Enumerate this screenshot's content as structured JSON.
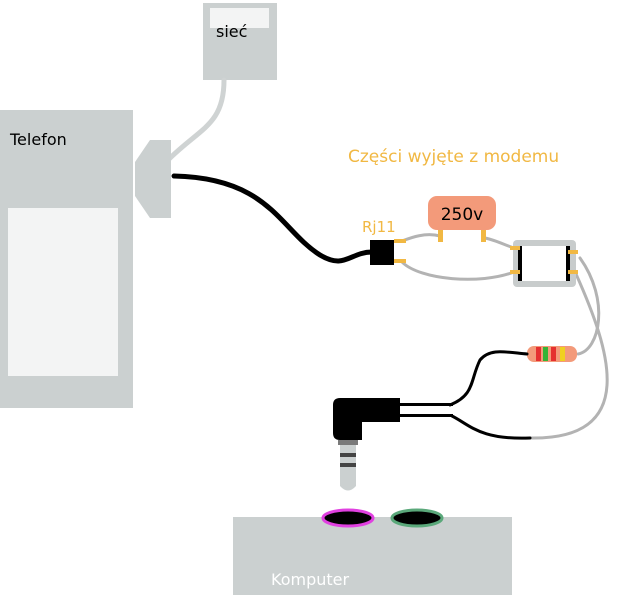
{
  "labels": {
    "network": "sieć",
    "phone": "Telefon",
    "modem_parts": "Części wyjęte z modemu",
    "capacitor": "250v",
    "connector": "Rj11",
    "computer": "Komputer"
  },
  "colors": {
    "device_gray": "#cbd0d0",
    "inner_panel": "#f3f4f4",
    "annotation_orange": "#f1b843",
    "capacitor_fill": "#f39a7a",
    "gray_wire": "#b3b3b3",
    "black_wire": "#000000",
    "mic_jack_ring": "#e040e0",
    "line_in_jack_ring": "#5aa87a",
    "computer_label": "#ffffff"
  },
  "components": {
    "resistor_bands": [
      "#e53030",
      "#35b335",
      "#e53030",
      "#f0d020"
    ],
    "plug_rings": [
      "#7a7a7a",
      "#7a7a7a"
    ]
  }
}
